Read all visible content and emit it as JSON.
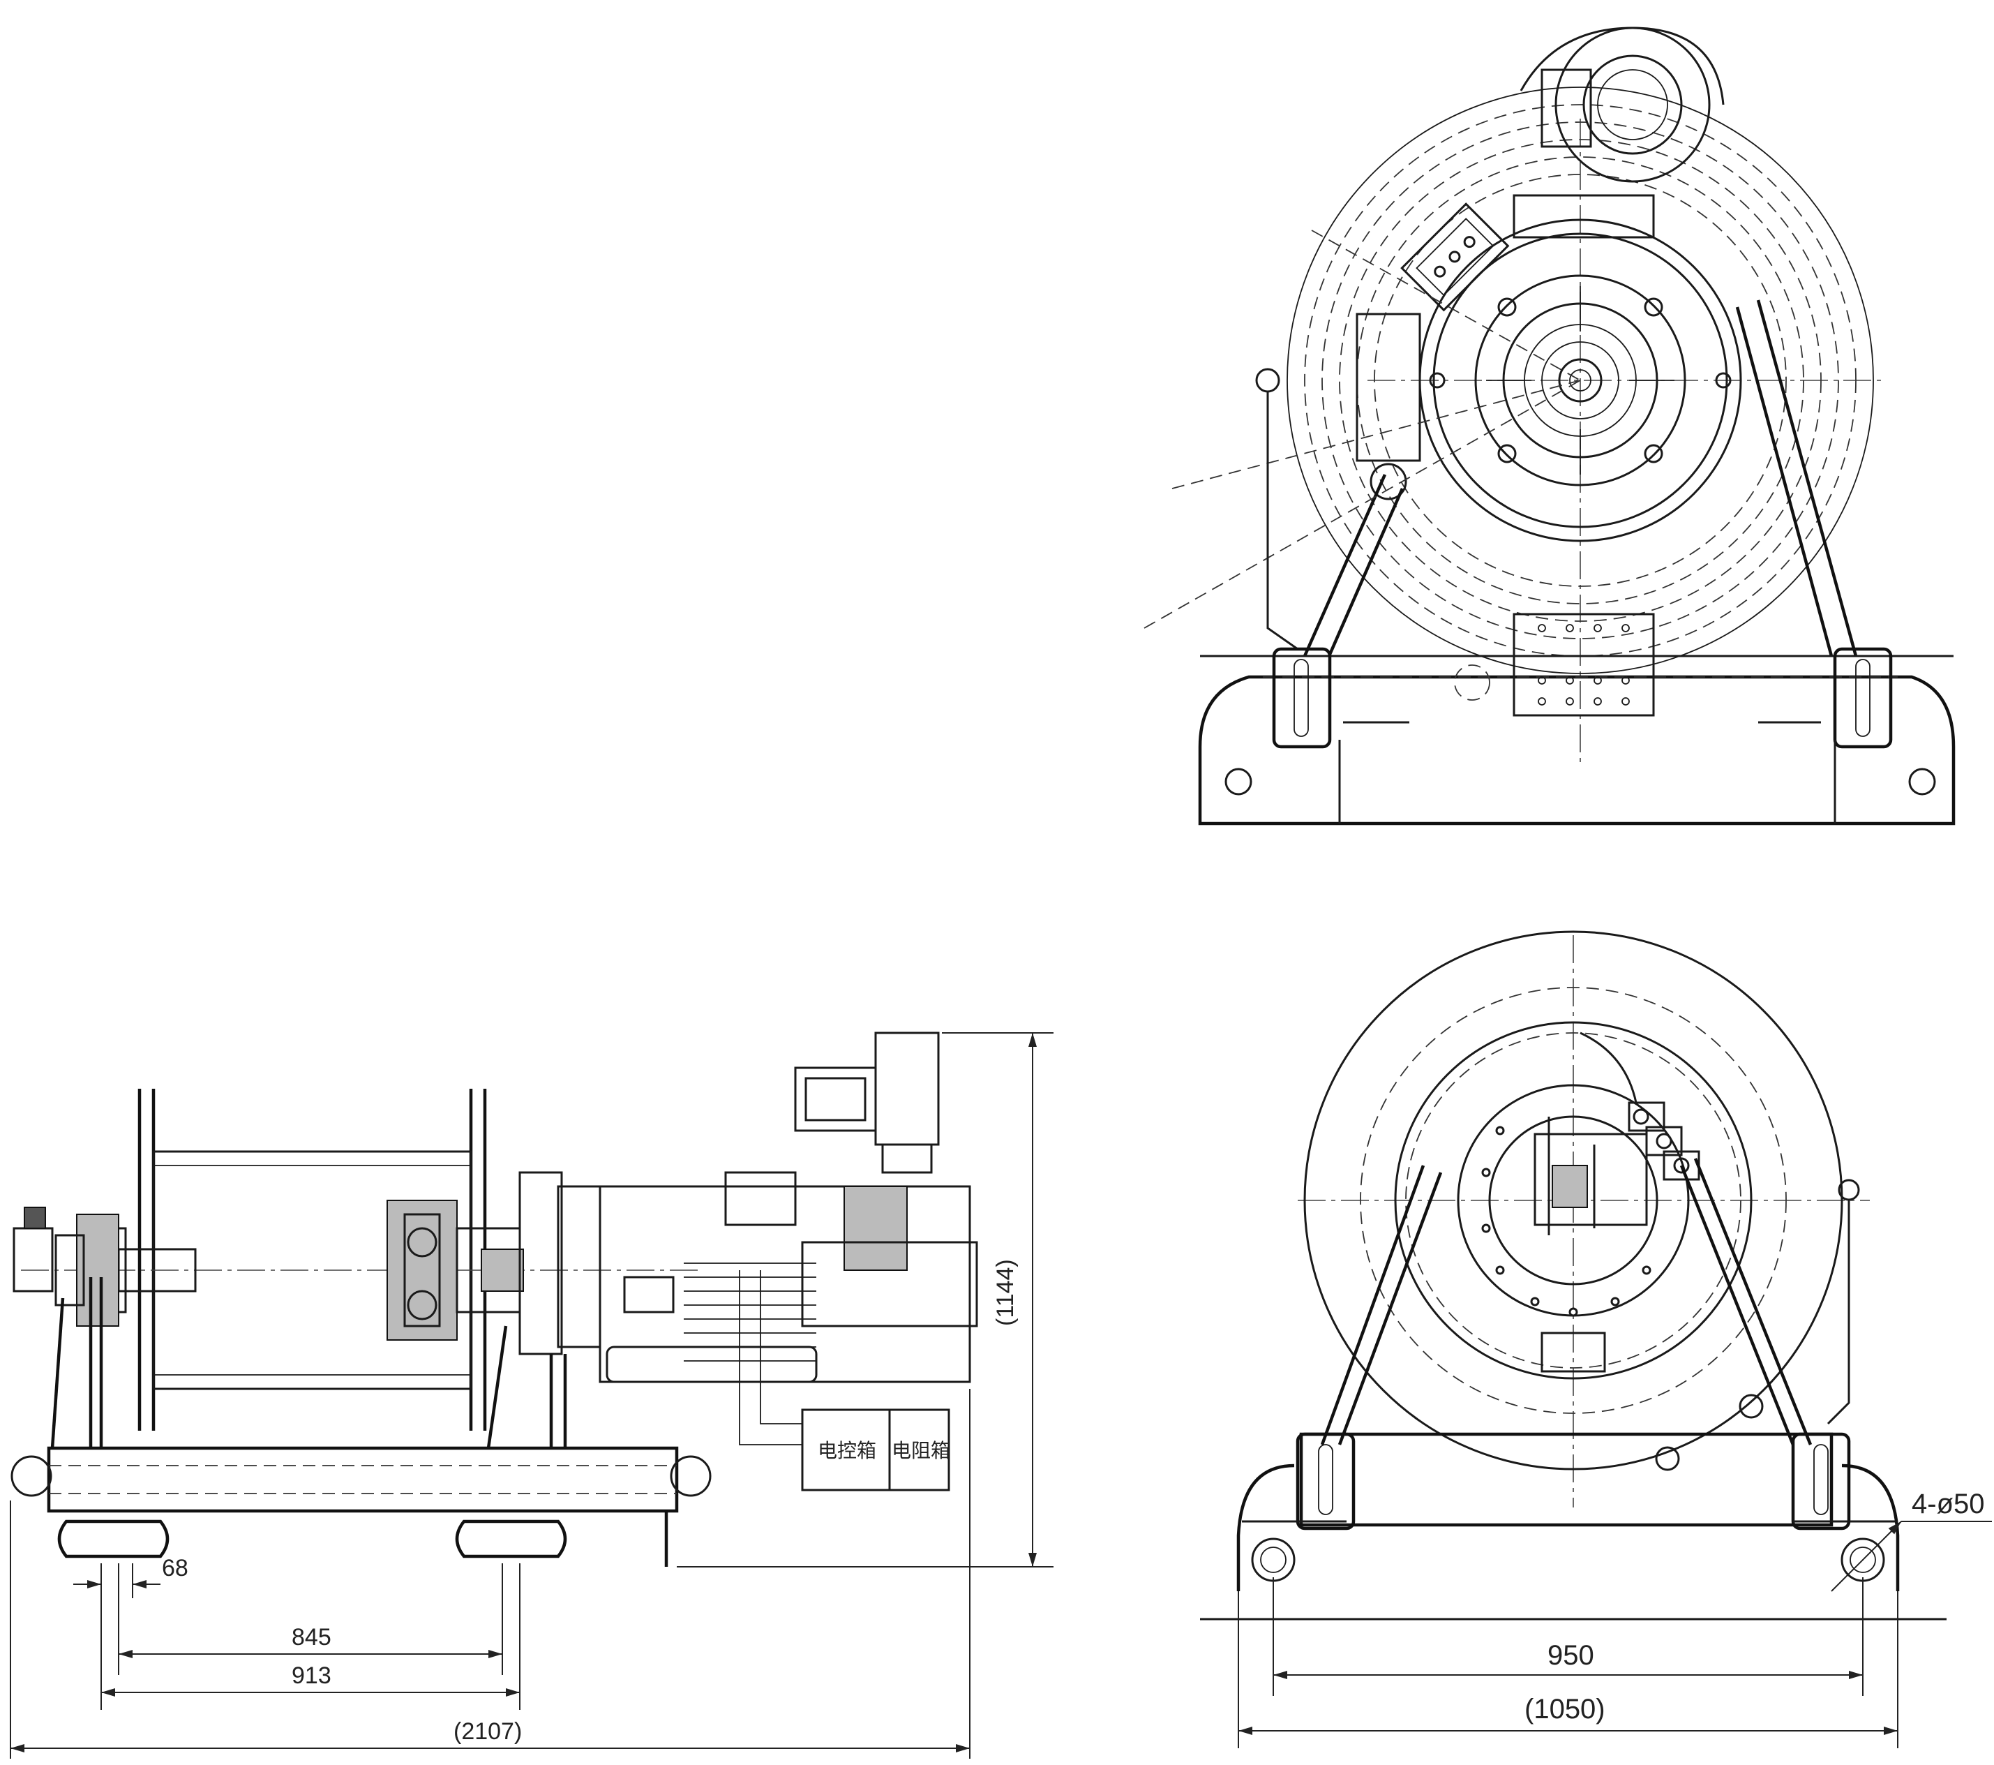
{
  "drawing": {
    "views": [
      "front-view-top-right",
      "side-view-bottom-left",
      "rear-view-bottom-right"
    ]
  },
  "side_view": {
    "box_labels": [
      "电控箱",
      "电阻箱"
    ],
    "dimensions": {
      "height": "(1144)",
      "d68": "68",
      "d845": "845",
      "d913": "913",
      "d2107": "(2107)"
    }
  },
  "rear_view": {
    "dimensions": {
      "holes": "4-ø50",
      "d950": "950",
      "d1050": "(1050)"
    }
  }
}
